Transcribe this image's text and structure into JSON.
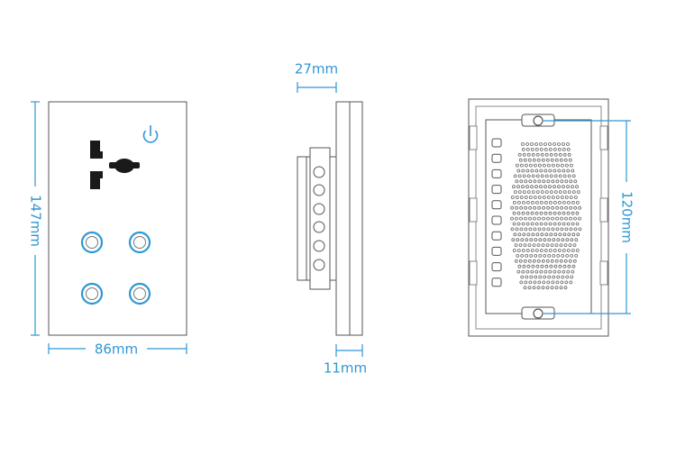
{
  "colors": {
    "dimension": "#2f97d6",
    "outline": "#4a4a4a",
    "socket": "#1a1a1a",
    "button_ring": "#2f97d6",
    "fill": "#ffffff"
  },
  "front_view": {
    "height_label": "147mm",
    "width_label": "86mm",
    "icon": "power-icon"
  },
  "side_view": {
    "depth_label": "27mm",
    "plate_label": "11mm"
  },
  "back_view": {
    "hole_spacing_label": "120mm"
  }
}
